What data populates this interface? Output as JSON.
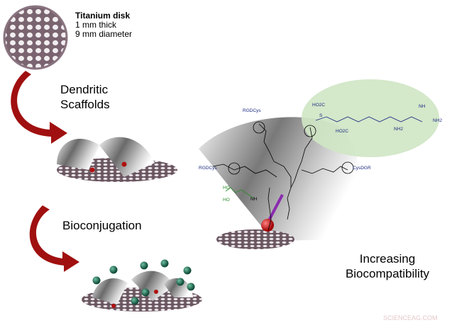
{
  "disk_info": {
    "title": "Titanium disk",
    "thickness": "1 mm thick",
    "diameter": "9 mm diameter"
  },
  "steps": {
    "step1": "Dendritic\nScaffolds",
    "step1_line1": "Dendritic",
    "step1_line2": "Scaffolds",
    "step2": "Bioconjugation"
  },
  "result": {
    "line1": "Increasing",
    "line2": "Biocompatibility"
  },
  "chemistry": {
    "rgdcys_top": "RGDCys",
    "rgdcys_left": "RGDCys",
    "cysdgr_right": "CysDGR",
    "green_ho1": "HO",
    "green_ho2": "HO",
    "green_nh": "NH",
    "peptide_co2h_top": "HO2C",
    "peptide_co2h_bottom": "HO2C",
    "peptide_s": "S",
    "peptide_nh2": "NH2",
    "peptide_nh": "NH",
    "peptide_terminal_nh2": "NH2"
  },
  "watermark": "SCIENCEAG.COM",
  "colors": {
    "arrow": "#a01010",
    "green_ellipse": "#cfe6c4",
    "peptide_text": "#1a2a80",
    "linker_text": "#2a8a2a",
    "bead": "#1f6e57",
    "nanoparticle": "#cc1010",
    "laser": "#8a2ab0"
  }
}
